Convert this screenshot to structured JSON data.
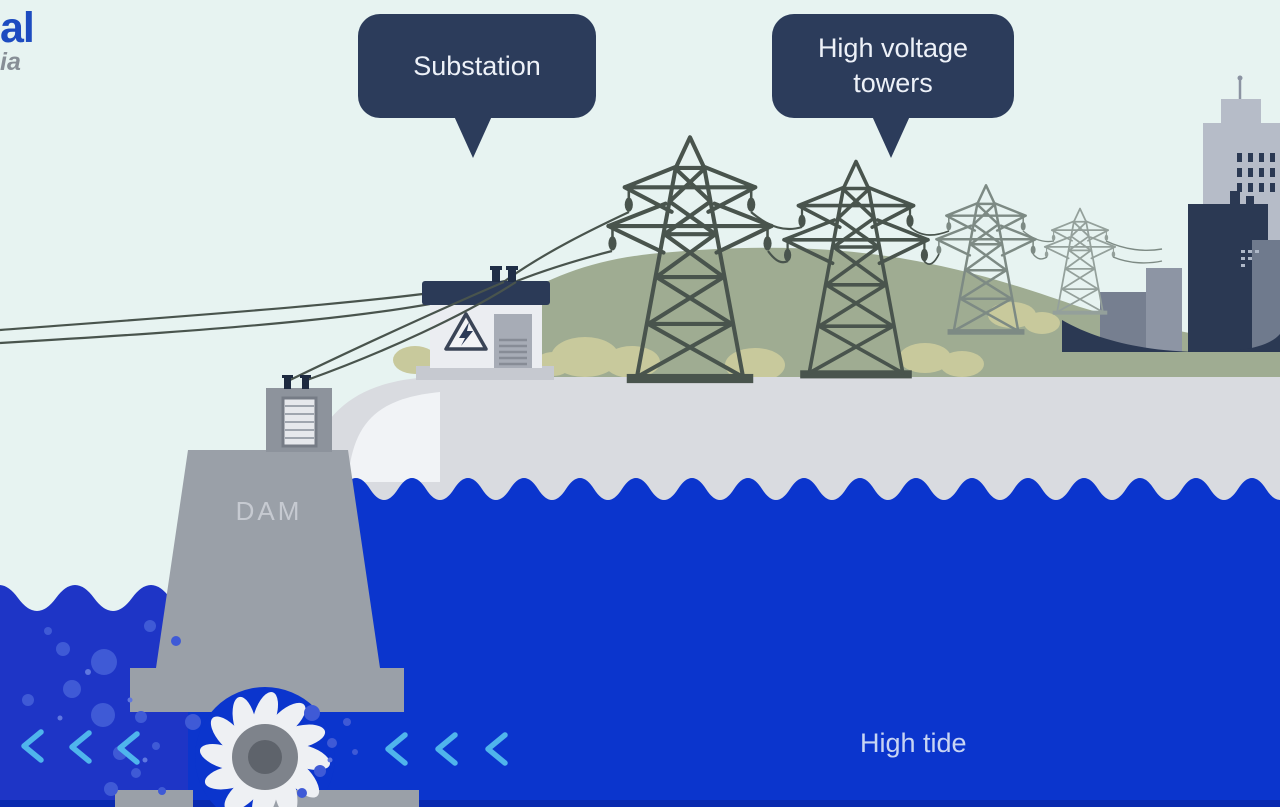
{
  "logo": {
    "text_top": "al",
    "text_bottom": "ia"
  },
  "callouts": [
    {
      "id": "substation",
      "label": "Substation"
    },
    {
      "id": "high-voltage-towers",
      "label": "High voltage towers"
    }
  ],
  "scene_labels": {
    "dam": "DAM",
    "tide": "High tide"
  },
  "icons": [
    "high-voltage-warning-icon",
    "turbine-icon",
    "flow-arrow-icon",
    "transmission-tower-icon"
  ],
  "colors": {
    "sky": "#e7f3f1",
    "hill": "#9fac92",
    "bush": "#c8c99c",
    "shore": "#d9dbe0",
    "shore_light": "#f1f3f6",
    "sea": "#0b35cd",
    "basin": "#1e35c6",
    "deep_strip": "#0a2bb0",
    "bubble_water": "#3f5ad6",
    "dam": "#9aa0a8",
    "dam_house": "#8d939c",
    "callout_bg": "#2c3c5b",
    "callout_text": "#edf1f8",
    "tower": "#49544d",
    "tower_distant": "#7d8a84",
    "tower_far": "#94a09b",
    "wire": "#49544d",
    "city_navy": "#2b3953",
    "city_light": "#b6bcc8",
    "city_slate": "#6f7a8d",
    "city_gray": "#8d95a4",
    "city_darkgray": "#767f90",
    "substation_wall": "#ebedf1",
    "substation_roof": "#2b3a57",
    "turbine_petal": "#eef0f3",
    "turbine_hub": "#7e838b",
    "turbine_hub_inner": "#5e636b",
    "arrow": "#4fb5ec",
    "label_tide": "#c8d5f3",
    "label_dam": "#c6cad1",
    "logo_blue": "#1d4bc0",
    "logo_gray": "#878e96"
  }
}
